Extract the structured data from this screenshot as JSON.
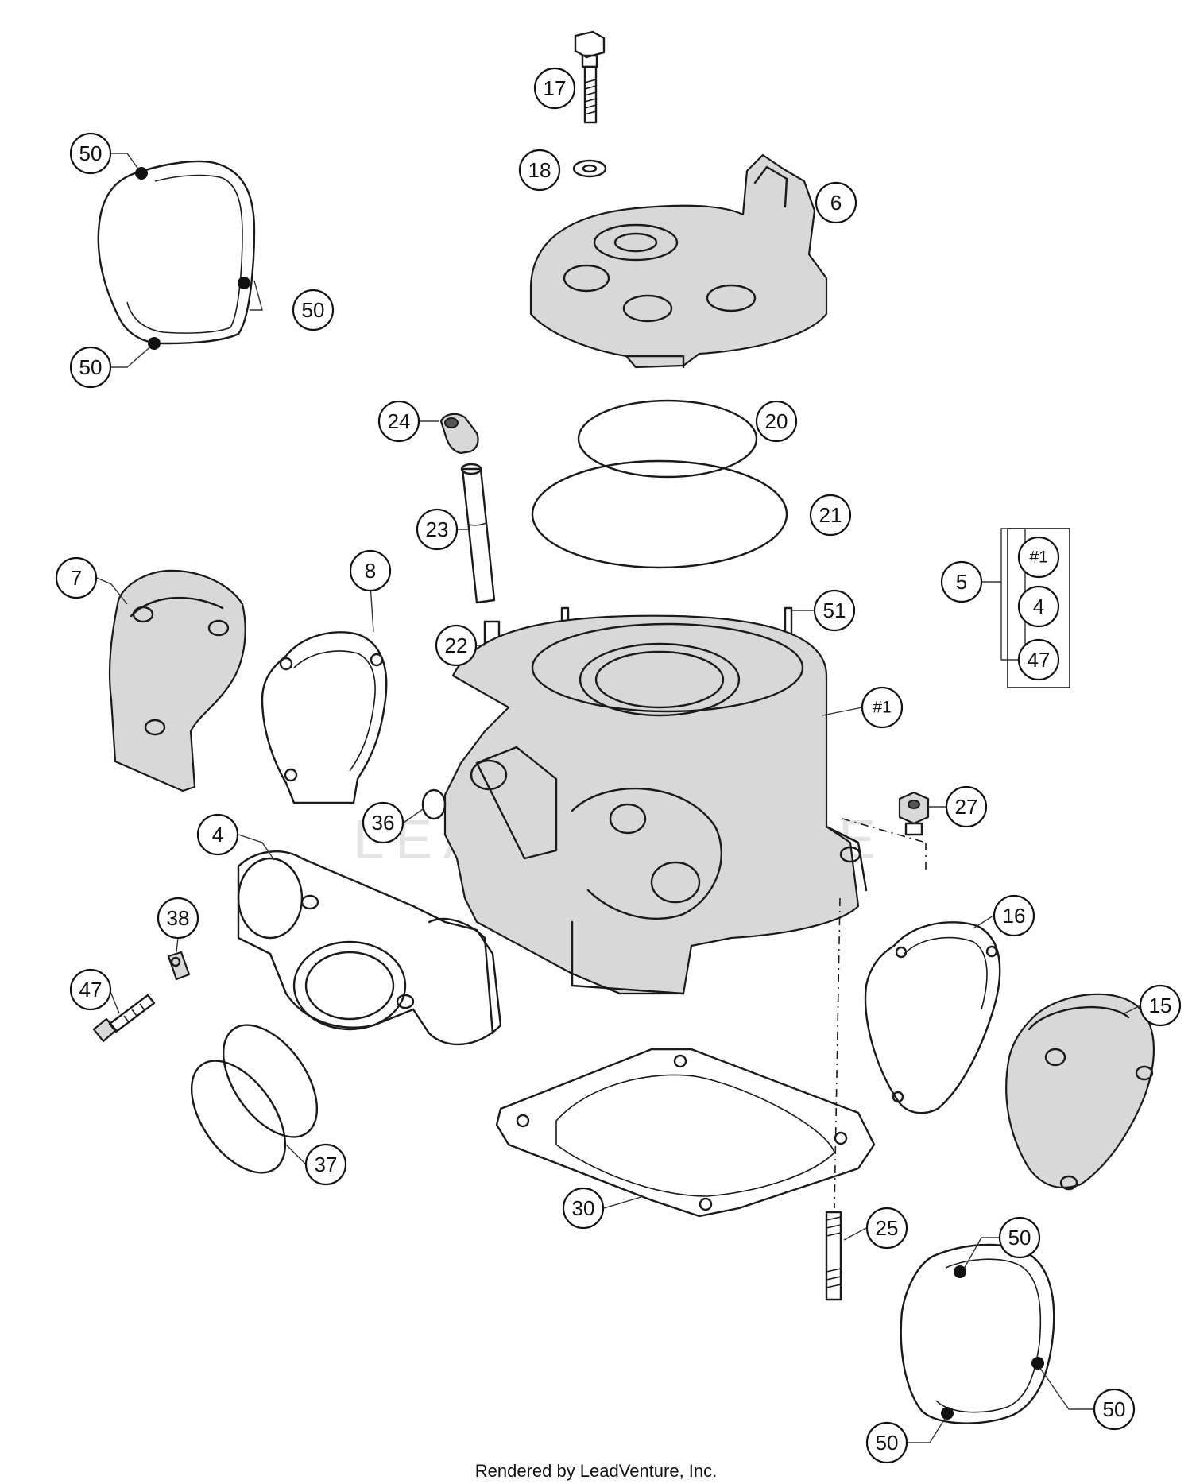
{
  "footer": {
    "credit": "Rendered by LeadVenture, Inc."
  },
  "watermark": {
    "text": "LEADVENTURE"
  },
  "callouts": {
    "c17": "17",
    "c18": "18",
    "c6": "6",
    "c50_a": "50",
    "c50_b": "50",
    "c50_c": "50",
    "c24": "24",
    "c20": "20",
    "c23": "23",
    "c21": "21",
    "c7": "7",
    "c8": "8",
    "c5": "5",
    "c5_list_1": "#1",
    "c5_list_2": "4",
    "c5_list_3": "47",
    "c22": "22",
    "c51": "51",
    "c1": "#1",
    "c36": "36",
    "c27": "27",
    "c4": "4",
    "c38": "38",
    "c47": "47",
    "c16": "16",
    "c15": "15",
    "c37": "37",
    "c30": "30",
    "c25": "25",
    "c50_d": "50",
    "c50_e": "50",
    "c50_f": "50"
  },
  "colors": {
    "line": "#1a1a1a",
    "background": "#ffffff",
    "watermark": "#e4e4e4"
  }
}
